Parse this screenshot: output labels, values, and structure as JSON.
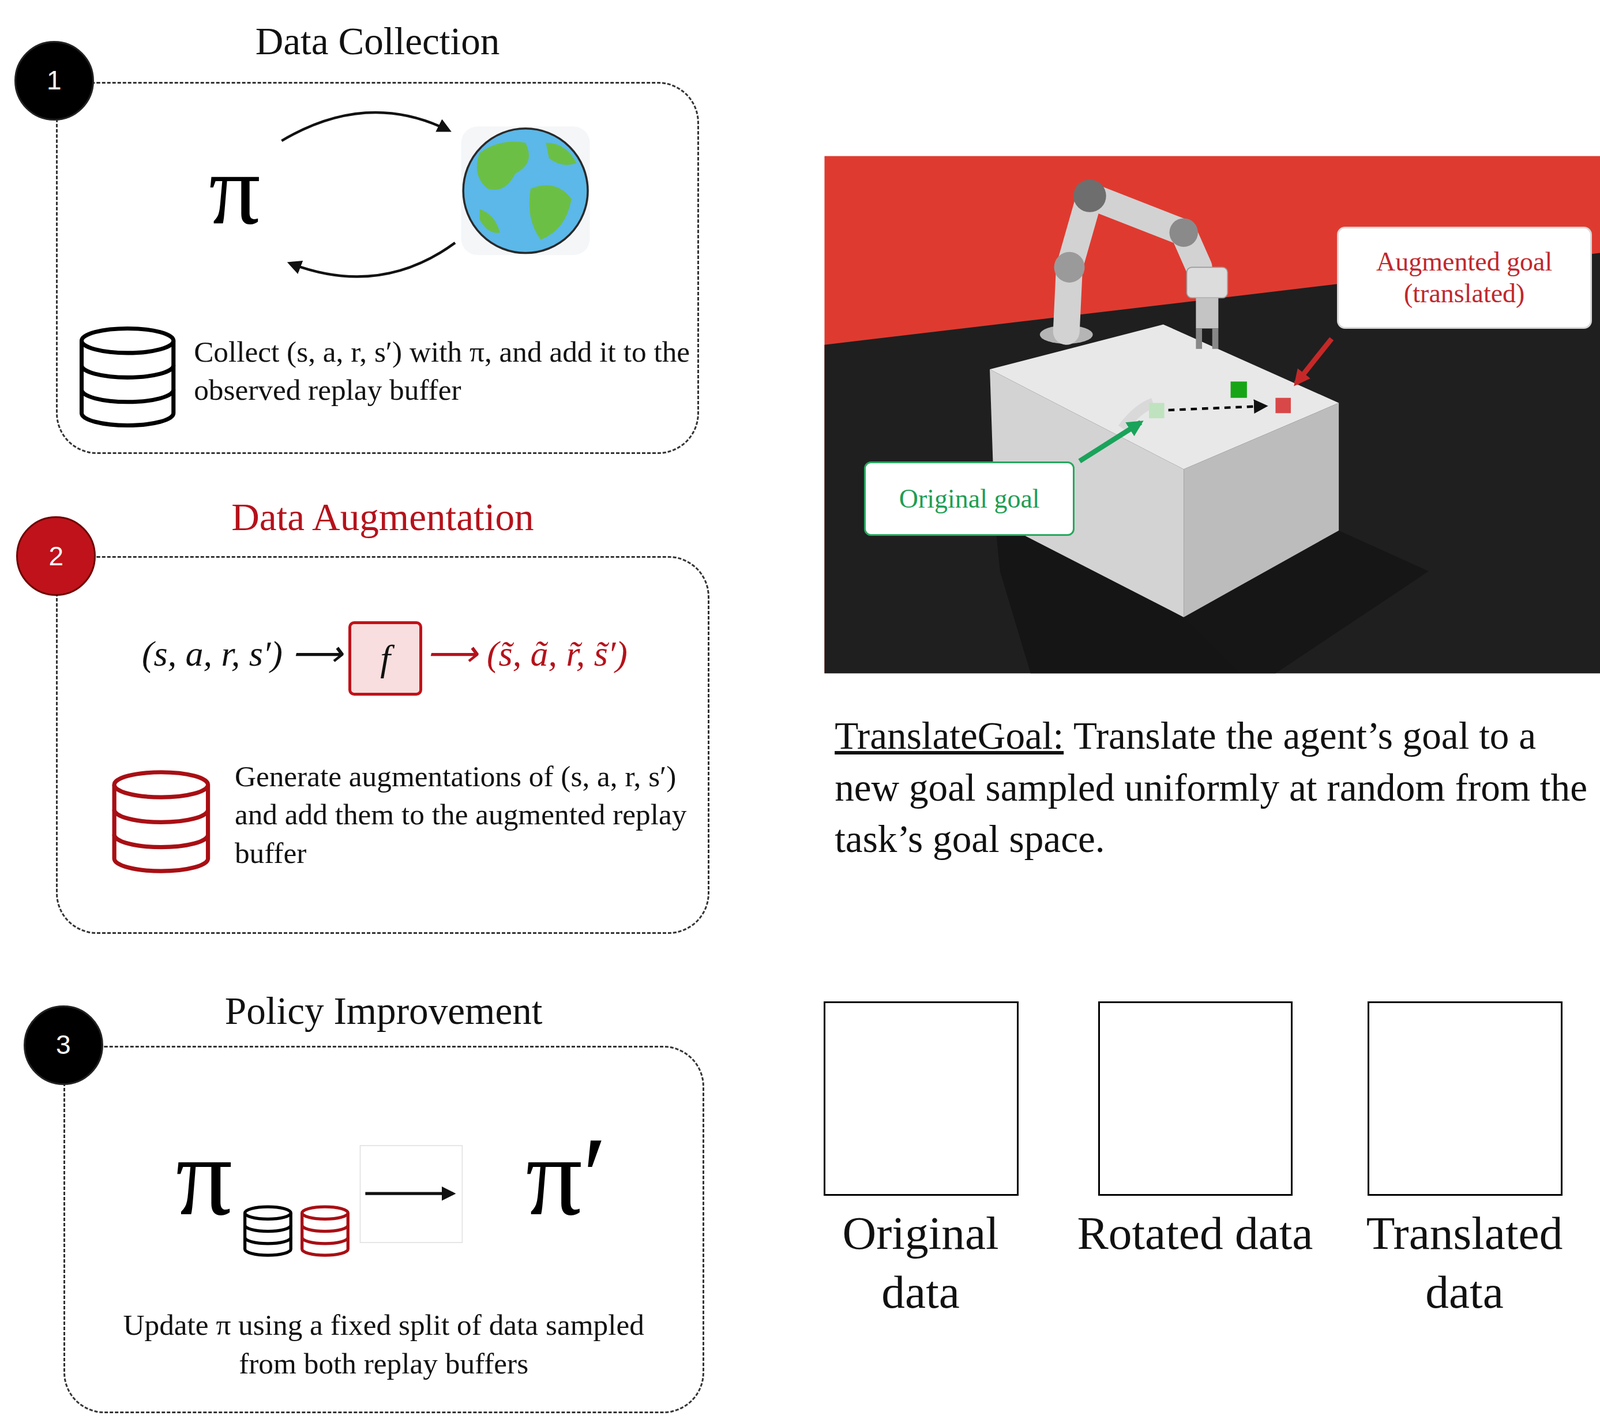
{
  "diagram": {
    "nodes": [
      {
        "text": [
          "1"
        ]
      },
      {
        "text": [
          "Data Collection",
          "π",
          "Collect (s, a, r, s′) with π, and add it to the observed replay buffer"
        ]
      },
      {
        "text": [
          "2"
        ]
      },
      {
        "text": [
          "Data Augmentation",
          "(s, a, r, s′) ⟶",
          "⟶ (s̃, ã, r̃, s̃′)",
          "Generate augmentations of (s, a, r, s′) and add them to the augmented replay buffer"
        ]
      },
      {
        "text": [
          "f"
        ],
        "in": 3
      },
      {
        "text": [
          "3"
        ]
      },
      {
        "text": [
          "Policy Improvement",
          "π",
          "π′",
          "Update π using a fixed split of data sampled from both replay buffers"
        ]
      },
      {
        "text": [
          "Augmented goal (translated)"
        ]
      },
      {
        "text": [
          "Original goal"
        ]
      },
      {
        "text": [
          "Original data"
        ]
      },
      {
        "text": [
          "Rotated data"
        ]
      },
      {
        "text": [
          "Translated data"
        ]
      }
    ],
    "labels": [
      "TranslateGoal:",
      "Translate the agent’s goal to a new goal sampled uniformly at random from the task’s goal space."
    ]
  }
}
